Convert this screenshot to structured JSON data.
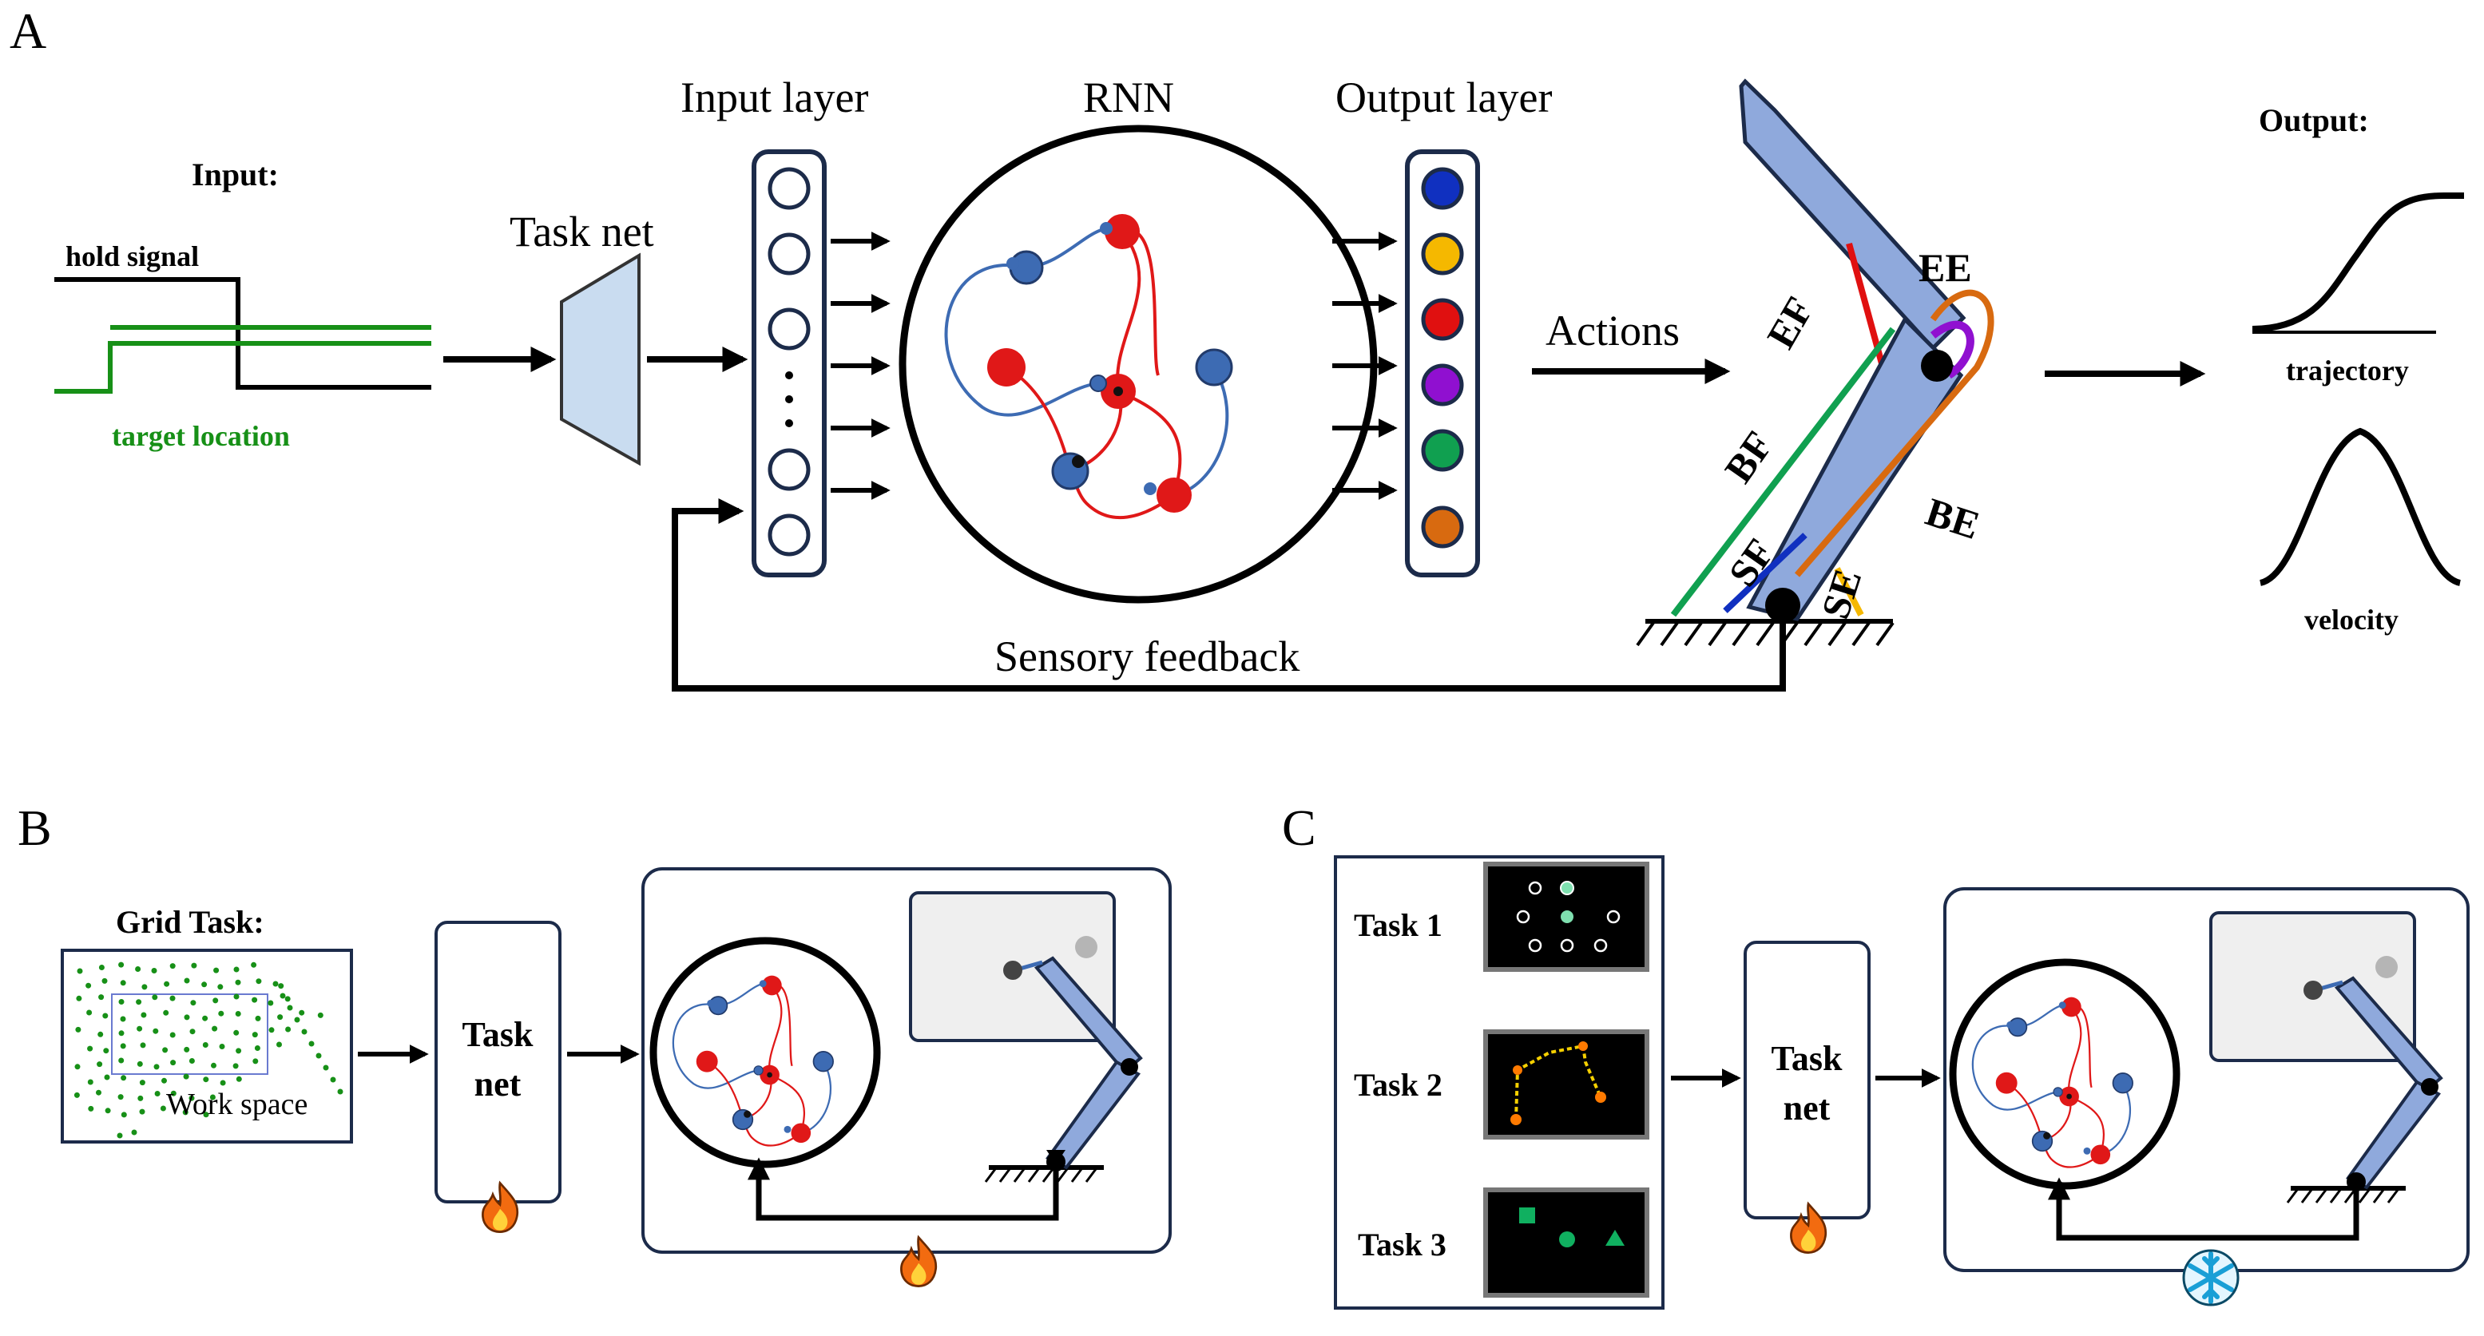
{
  "panels": {
    "a": "A",
    "b": "B",
    "c": "C"
  },
  "panel_a": {
    "input_title": "Input:",
    "hold_signal": "hold signal",
    "target_location": "target location",
    "task_net": "Task net",
    "input_layer": "Input layer",
    "rnn": "RNN",
    "output_layer": "Output layer",
    "actions": "Actions",
    "sensory_feedback": "Sensory  feedback",
    "muscles": {
      "ee": "EE",
      "ef": "EF",
      "bf": "BF",
      "be": "BE",
      "sf": "SF",
      "se": "SE"
    },
    "output_title": "Output:",
    "trajectory": "trajectory",
    "velocity": "velocity",
    "output_unit_colors": [
      "#1030c0",
      "#f5b800",
      "#e01010",
      "#9010d0",
      "#10a050",
      "#d86a10"
    ]
  },
  "panel_b": {
    "grid_task": "Grid Task:",
    "work_space": "Work space",
    "task_net_line1": "Task",
    "task_net_line2": "net",
    "fire_icon": "fire-icon"
  },
  "panel_c": {
    "task1": "Task 1",
    "task2": "Task 2",
    "task3": "Task 3",
    "task_net_line1": "Task",
    "task_net_line2": "net",
    "fire_icon": "fire-icon",
    "snowflake_icon": "snowflake-icon"
  }
}
